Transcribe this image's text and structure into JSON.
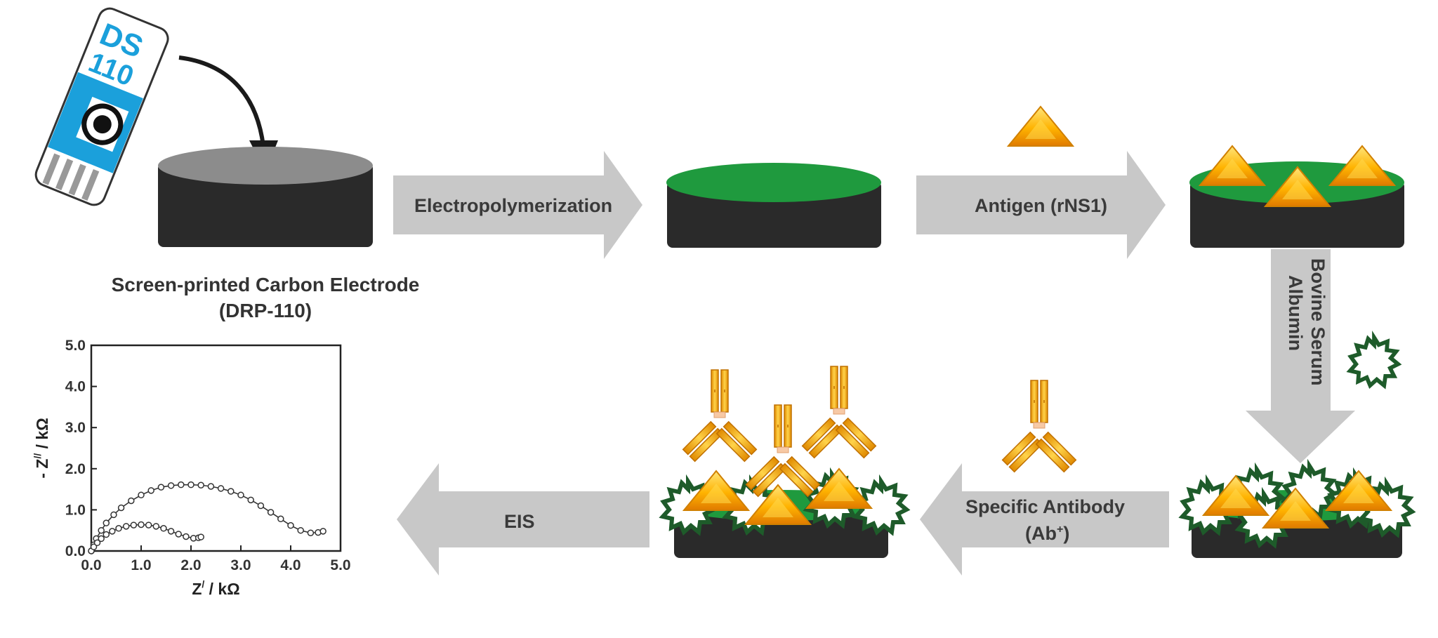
{
  "electrode": {
    "brand": "DS",
    "model": "110",
    "caption_line1": "Screen-printed Carbon Electrode",
    "caption_line2": "(DRP-110)"
  },
  "steps": [
    {
      "label": "Electropolymerization"
    },
    {
      "label": "Antigen (rNS1)"
    },
    {
      "label_line1": "Bovine Serum",
      "label_line2": "Albumin"
    },
    {
      "label_line1": "Specific Antibody",
      "label_line2_main": "(Ab",
      "label_line2_sup": "+",
      "label_line2_end": ")"
    },
    {
      "label": "EIS"
    }
  ],
  "colors": {
    "arrow": "#c8c8c8",
    "electrode_body": "#2a2a2a",
    "carbon_top": "#8a8a8a",
    "polymer_top": "#1f9a3e",
    "antigen": "#f5a300",
    "bsa": "#1e5b2a",
    "antibody": "#f2b400"
  },
  "chart_data": {
    "type": "scatter",
    "xlabel_main": "Z",
    "xlabel_sup": "/",
    "xlabel_unit": " / kΩ",
    "ylabel_prefix": "- Z",
    "ylabel_sup": "//",
    "ylabel_unit": " / kΩ",
    "xlim": [
      0,
      5
    ],
    "ylim": [
      0,
      5
    ],
    "xticks": [
      "0.0",
      "1.0",
      "2.0",
      "3.0",
      "4.0",
      "5.0"
    ],
    "yticks": [
      "0.0",
      "1.0",
      "2.0",
      "3.0",
      "4.0",
      "5.0"
    ],
    "series": [
      {
        "x": [
          0.0,
          0.05,
          0.1,
          0.2,
          0.3,
          0.45,
          0.6,
          0.8,
          1.0,
          1.2,
          1.4,
          1.6,
          1.8,
          2.0,
          2.2,
          2.4,
          2.6,
          2.8,
          3.0,
          3.2,
          3.4,
          3.6,
          3.8,
          4.0,
          4.2,
          4.4,
          4.55,
          4.65
        ],
        "y": [
          0.0,
          0.15,
          0.3,
          0.5,
          0.68,
          0.88,
          1.05,
          1.22,
          1.36,
          1.47,
          1.55,
          1.59,
          1.61,
          1.61,
          1.6,
          1.57,
          1.52,
          1.45,
          1.36,
          1.24,
          1.1,
          0.94,
          0.78,
          0.62,
          0.5,
          0.44,
          0.45,
          0.48
        ]
      },
      {
        "x": [
          0.0,
          0.05,
          0.12,
          0.2,
          0.3,
          0.42,
          0.55,
          0.7,
          0.85,
          1.0,
          1.15,
          1.3,
          1.45,
          1.6,
          1.75,
          1.9,
          2.05,
          2.15,
          2.2
        ],
        "y": [
          0.0,
          0.1,
          0.2,
          0.3,
          0.4,
          0.48,
          0.55,
          0.6,
          0.63,
          0.64,
          0.63,
          0.6,
          0.55,
          0.48,
          0.41,
          0.35,
          0.31,
          0.32,
          0.34
        ]
      }
    ]
  }
}
